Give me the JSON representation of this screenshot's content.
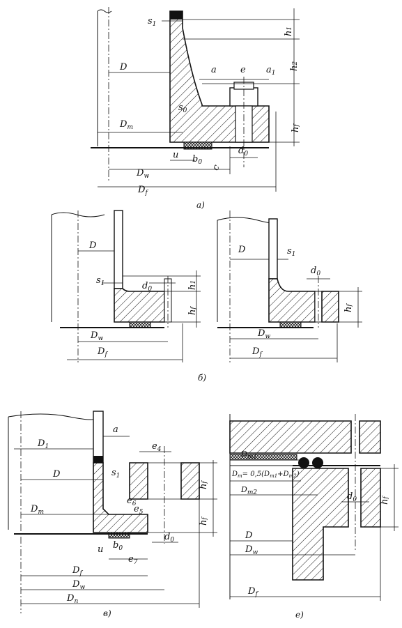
{
  "figures": {
    "a": {
      "caption": "а)",
      "labels": {
        "s1": "s",
        "s1_sub": "1",
        "h1": "h",
        "h1_sub": "1",
        "h2": "h",
        "h2_sub": "2",
        "D": "D",
        "a": "a",
        "e": "e",
        "a1": "a",
        "a1_sub": "1",
        "s0": "s",
        "s0_sub": "0",
        "Dm": "D",
        "Dm_sub": "m",
        "hf": "h",
        "hf_sub": "f",
        "u": "u",
        "b0": "b",
        "b0_sub": "0",
        "d0": "d",
        "d0_sub": "0",
        "c": "c",
        "Dw": "D",
        "Dw_sub": "w",
        "Df": "D",
        "Df_sub": "f"
      }
    },
    "b": {
      "caption": "б)",
      "left": {
        "D": "D",
        "s1": "s",
        "s1_sub": "1",
        "d0": "d",
        "d0_sub": "0",
        "h1": "h",
        "h1_sub": "1",
        "hf": "h",
        "hf_sub": "f",
        "Dw": "D",
        "Dw_sub": "w",
        "Df": "D",
        "Df_sub": "f"
      },
      "right": {
        "D": "D",
        "s1": "s",
        "s1_sub": "1",
        "d0": "d",
        "d0_sub": "0",
        "hf": "h",
        "hf_sub": "f",
        "Dw": "D",
        "Dw_sub": "w",
        "Df": "D",
        "Df_sub": "f"
      }
    },
    "c": {
      "caption": "в)",
      "labels": {
        "a": "a",
        "D1": "D",
        "D1_sub": "1",
        "e4": "e",
        "e4_sub": "4",
        "D": "D",
        "s1": "s",
        "s1_sub": "1",
        "hf1": "h",
        "hf1_sub": "f",
        "e6": "e",
        "e6_sub": "6",
        "e5": "e",
        "e5_sub": "5",
        "Dm": "D",
        "Dm_sub": "m",
        "hf": "h",
        "hf_sub": "f",
        "b0": "b",
        "b0_sub": "0",
        "d0": "d",
        "d0_sub": "0",
        "u": "u",
        "e7": "e",
        "e7_sub": "7",
        "Df": "D",
        "Df_sub": "f",
        "Dw": "D",
        "Dw_sub": "w",
        "Dn": "D",
        "Dn_sub": "n"
      }
    },
    "d": {
      "caption": "е)",
      "labels": {
        "Dm1": "D",
        "Dm1_sub": "m1",
        "Dm_formula": "D",
        "Dm_formula_sub": "m",
        "Dm_formula_rest": "= 0,5(D",
        "Dm_formula_sub2": "m1",
        "Dm_formula_plus": "+D",
        "Dm_formula_sub3": "m2",
        "Dm_formula_end": ")",
        "Dm2": "D",
        "Dm2_sub": "m2",
        "d0": "d",
        "d0_sub": "0",
        "hf": "h",
        "hf_sub": "f",
        "D": "D",
        "Dw": "D",
        "Dw_sub": "w",
        "Df": "D",
        "Df_sub": "f"
      }
    }
  }
}
